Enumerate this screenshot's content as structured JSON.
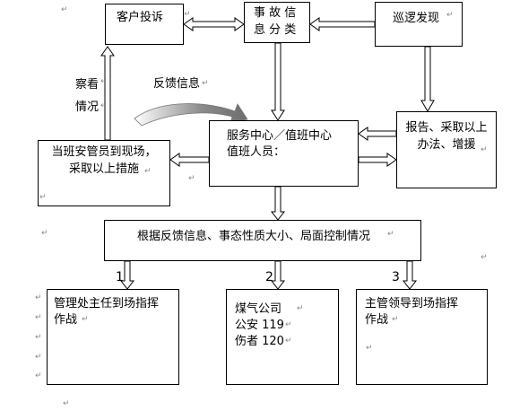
{
  "boxes": {
    "complaint": "客户投诉",
    "classify_line1": "事 故 信",
    "classify_line2": "息 分 类",
    "patrol": "巡逻发现",
    "report_line1": "报告、采取以上",
    "report_line2": "办法、增援",
    "service_line1": "服务中心／值班中心",
    "service_line2": "值班人员：",
    "onsite_line1": "当班安管员到现场，",
    "onsite_line2": "采取以上措施",
    "basis": "根据反馈信息、事态性质大小、局面控制情况",
    "manager_line1": "管理处主任到场指挥",
    "manager_line2": "作战",
    "agencies_line1": "煤气公司",
    "agencies_line2": "公安 119",
    "agencies_line3": "伤者 120",
    "supervisor_line1": "主管领导到场指挥",
    "supervisor_line2": "作战"
  },
  "labels": {
    "inspect_1": "察看",
    "inspect_2": "情况",
    "feedback": "反馈信息"
  },
  "numbers": [
    "1",
    "2",
    "3"
  ],
  "paragraph_mark": "↵",
  "colors": {
    "line": "#000000",
    "curved_arrow": "#888888"
  }
}
